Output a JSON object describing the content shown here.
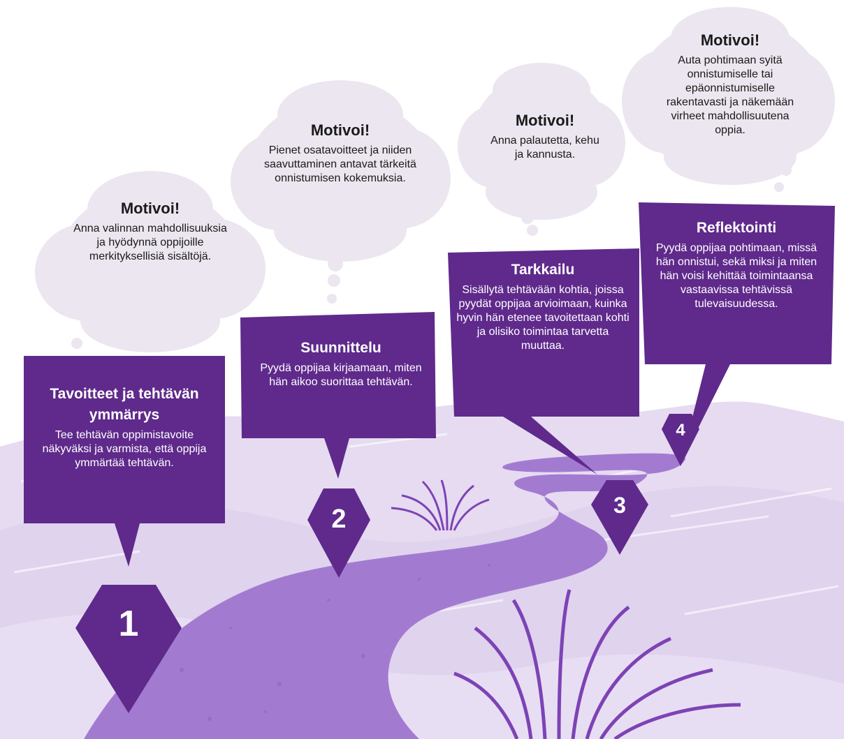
{
  "colors": {
    "primary": "#5f2a8b",
    "path": "#a27bd1",
    "hills": "#e6dbf1",
    "cloud": "#ebe6ef",
    "grass": "#7d43b5"
  },
  "steps": [
    {
      "number": "1",
      "title": "Tavoitteet ja tehtävän ymmärrys",
      "body": "Tee tehtävän oppimistavoite näkyväksi ja varmista, että oppija ymmärtää tehtävän."
    },
    {
      "number": "2",
      "title": "Suunnittelu",
      "body": "Pyydä oppijaa kirjaamaan, miten hän aikoo suorittaa tehtävän."
    },
    {
      "number": "3",
      "title": "Tarkkailu",
      "body": "Sisällytä tehtävään kohtia, joissa pyydät oppijaa arvioimaan, kuinka hyvin hän etenee tavoitettaan kohti ja olisiko toimintaa tarvetta muuttaa."
    },
    {
      "number": "4",
      "title": "Reflektointi",
      "body": "Pyydä oppijaa pohtimaan, missä hän onnistui, sekä miksi ja miten hän voisi kehittää toimintaansa vastaavissa tehtävissä tulevaisuudessa."
    }
  ],
  "clouds": [
    {
      "title": "Motivoi!",
      "body": "Anna valinnan mahdollisuuksia ja hyödynnä oppijoille merkityksellisiä sisältöjä."
    },
    {
      "title": "Motivoi!",
      "body": "Pienet osatavoitteet ja niiden saavuttaminen antavat tärkeitä onnistumisen kokemuksia."
    },
    {
      "title": "Motivoi!",
      "body": "Anna palautetta, kehu ja kannusta."
    },
    {
      "title": "Motivoi!",
      "body": "Auta pohtimaan syitä onnistumiselle tai epäonnistumiselle rakentavasti ja näkemään virheet mahdollisuutena oppia."
    }
  ]
}
